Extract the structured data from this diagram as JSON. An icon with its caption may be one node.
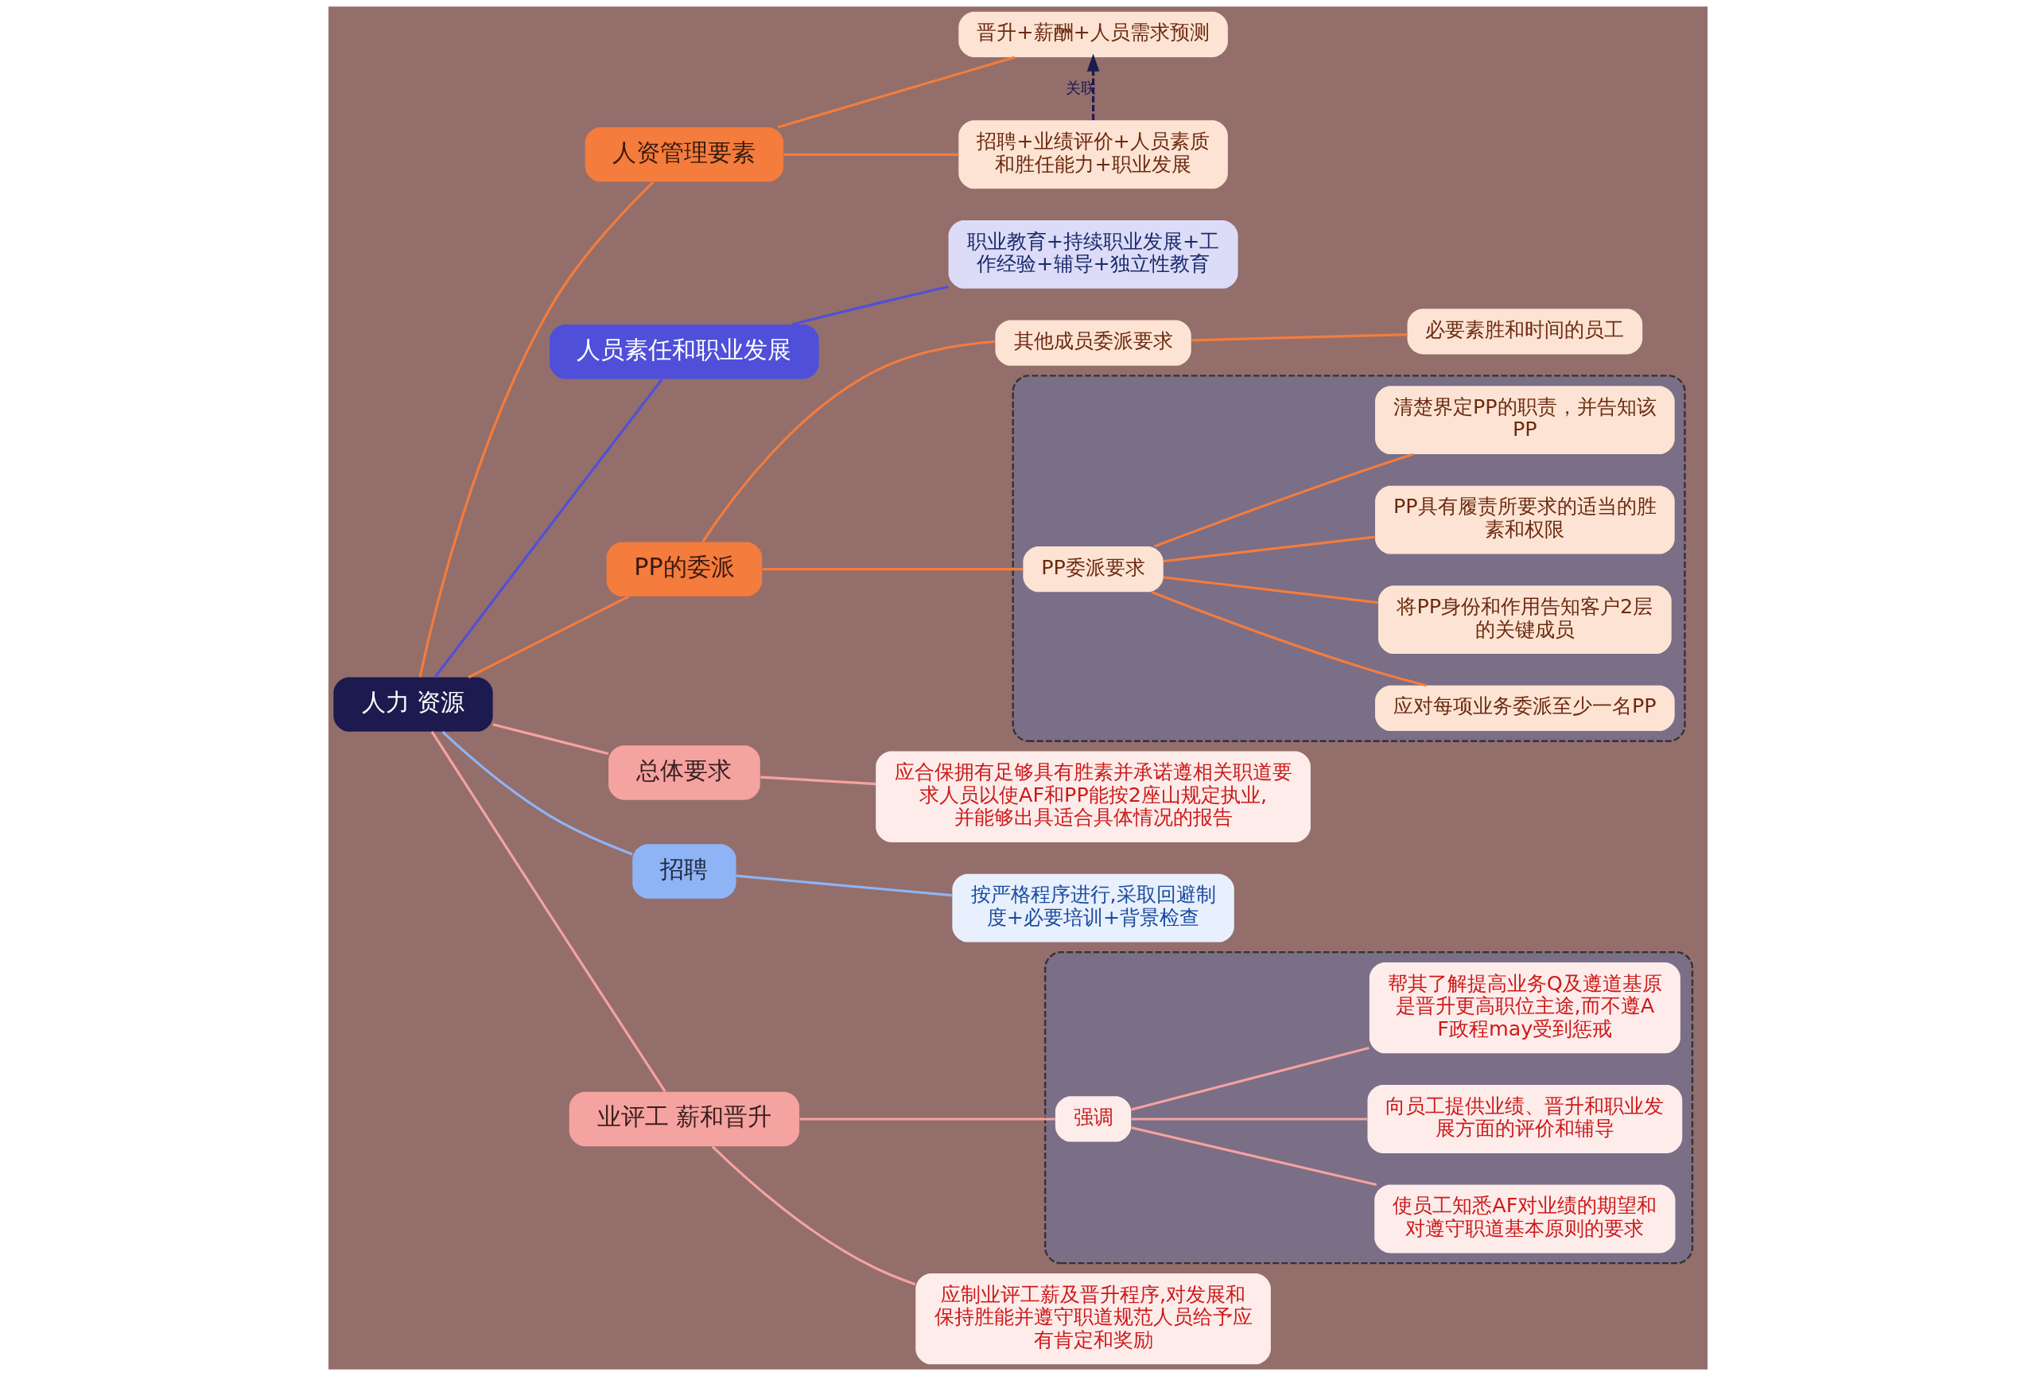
{
  "diagram": {
    "nodes": [
      {
        "text": [
          "人力 资源"
        ]
      },
      {
        "text": [
          "人资管理要素"
        ]
      },
      {
        "text": [
          "招聘+业绩评价+人员素质和胜任能力+职业发展"
        ]
      },
      {
        "text": [
          "晋升+薪酬+人员需求预测"
        ]
      },
      {
        "text": [
          "人员素任和职业发展"
        ]
      },
      {
        "text": [
          "职业教育+持续职业发展+工作经验+辅导+独立性教育"
        ]
      },
      {
        "text": [
          "PP的委派"
        ]
      },
      {
        "text": [],
        "shape": "box"
      },
      {
        "text": [
          "PP委派要求"
        ],
        "in": 7
      },
      {
        "text": [
          "应对每项业务委派至少一名PP"
        ],
        "in": 7
      },
      {
        "text": [
          "将PP身份和作用告知客户2层的关键成员"
        ],
        "in": 7
      },
      {
        "text": [
          "PP具有履责所要求的适当的胜素和权限"
        ],
        "in": 7
      },
      {
        "text": [
          "清楚界定PP的职责，并告知该PP"
        ],
        "in": 7
      },
      {
        "text": [
          "其他成员委派要求"
        ]
      },
      {
        "text": [
          "必要素胜和时间的员工"
        ]
      },
      {
        "text": [
          "总体要求"
        ]
      },
      {
        "text": [
          "应合保拥有足够具有胜素并承诺遵相关职道要求人员以使AF和PP能按2座山规定执业,并能够出具适合具体情况的报告"
        ]
      },
      {
        "text": [
          "招聘"
        ]
      },
      {
        "text": [
          "按严格程序进行,采取回避制度+必要培训+背景检查"
        ]
      },
      {
        "text": [
          "业评工 薪和晋升"
        ]
      },
      {
        "text": [
          "应制业评工薪及晋升程序,对发展和保持胜能并遵守职道规范人员给予应有肯定和奖励"
        ]
      },
      {
        "text": [],
        "shape": "box"
      },
      {
        "text": [
          "强调"
        ],
        "in": 21
      },
      {
        "text": [
          "使员工知悉AF对业绩的期望和对遵守职道基本原则的要求"
        ],
        "in": 21
      },
      {
        "text": [
          "向员工提供业绩、晋升和职业发展方面的评价和辅导"
        ],
        "in": 21
      },
      {
        "text": [
          "帮其了解提高业务Q及遵道基原是晋升更高职位主途,而不遵AF政程may受到惩戒"
        ],
        "in": 21
      }
    ],
    "edges": [
      {
        "from": 0,
        "to": 1,
        "arrow": "none",
        "color": "#f47c3c"
      },
      {
        "from": 1,
        "to": 2,
        "arrow": "none",
        "color": "#f47c3c"
      },
      {
        "from": 1,
        "to": 3,
        "arrow": "none",
        "color": "#f47c3c"
      },
      {
        "from": 2,
        "to": 3,
        "arrow": "to",
        "label": "关联",
        "style": "dashed",
        "color": "#1c1a4f"
      },
      {
        "from": 0,
        "to": 4,
        "arrow": "none",
        "color": "#5050d8"
      },
      {
        "from": 4,
        "to": 5,
        "arrow": "none",
        "color": "#5050d8"
      },
      {
        "from": 0,
        "to": 6,
        "arrow": "none",
        "color": "#f47c3c"
      },
      {
        "from": 6,
        "to": 8,
        "arrow": "none",
        "color": "#f47c3c"
      },
      {
        "from": 8,
        "to": 9,
        "arrow": "none",
        "color": "#f47c3c"
      },
      {
        "from": 8,
        "to": 10,
        "arrow": "none",
        "color": "#f47c3c"
      },
      {
        "from": 8,
        "to": 11,
        "arrow": "none",
        "color": "#f47c3c"
      },
      {
        "from": 8,
        "to": 12,
        "arrow": "none",
        "color": "#f47c3c"
      },
      {
        "from": 6,
        "to": 13,
        "arrow": "none",
        "color": "#f47c3c"
      },
      {
        "from": 13,
        "to": 14,
        "arrow": "none",
        "color": "#f47c3c"
      },
      {
        "from": 0,
        "to": 15,
        "arrow": "none",
        "color": "#f5a3a0"
      },
      {
        "from": 15,
        "to": 16,
        "arrow": "none",
        "color": "#f5a3a0"
      },
      {
        "from": 0,
        "to": 17,
        "arrow": "none",
        "color": "#8fb4f5"
      },
      {
        "from": 17,
        "to": 18,
        "arrow": "none",
        "color": "#8fb4f5"
      },
      {
        "from": 0,
        "to": 19,
        "arrow": "none",
        "color": "#f5a3a0"
      },
      {
        "from": 19,
        "to": 20,
        "arrow": "none",
        "color": "#f5a3a0"
      },
      {
        "from": 19,
        "to": 22,
        "arrow": "none",
        "color": "#f5a3a0"
      },
      {
        "from": 22,
        "to": 23,
        "arrow": "none",
        "color": "#f5a3a0"
      },
      {
        "from": 22,
        "to": 24,
        "arrow": "none",
        "color": "#f5a3a0"
      },
      {
        "from": 22,
        "to": 25,
        "arrow": "none",
        "color": "#f5a3a0"
      }
    ]
  }
}
